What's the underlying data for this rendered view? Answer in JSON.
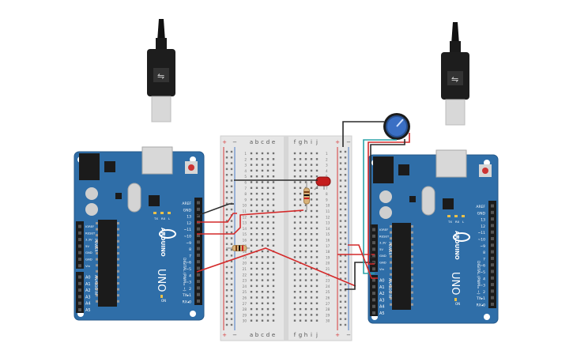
{
  "breadboard": {
    "columns_left": [
      "a",
      "b",
      "c",
      "d",
      "e"
    ],
    "columns_right": [
      "f",
      "g",
      "h",
      "i",
      "j"
    ],
    "rail_plus": "+",
    "rail_minus": "−",
    "row_numbers": [
      "1",
      "2",
      "3",
      "4",
      "5",
      "6",
      "7",
      "8",
      "9",
      "10",
      "11",
      "12",
      "13",
      "14",
      "15",
      "16",
      "17",
      "18",
      "19",
      "20",
      "21",
      "22",
      "23",
      "24",
      "25",
      "26",
      "27",
      "28",
      "29",
      "30"
    ]
  },
  "arduino_left": {
    "brand": "ARDUINO",
    "model": "UNO",
    "digital_label": "DIGITAL (PWM= ~)",
    "analog_label": "ANALOG IN",
    "power_label": "POWER",
    "header_pins": [
      "AREF",
      "GND",
      "13",
      "12",
      "~11",
      "~10",
      "~9",
      "8",
      "7",
      "~6",
      "~5",
      "4",
      "~3",
      "2",
      "TX▸1",
      "RX◂0"
    ],
    "power_pins": [
      "IOREF",
      "RESET",
      "3.3V",
      "5V",
      "GND",
      "GND",
      "Vin"
    ],
    "analog_pins": [
      "A0",
      "A1",
      "A2",
      "A3",
      "A4",
      "A5"
    ],
    "leds": [
      "TX",
      "RX",
      "L"
    ],
    "on_label": "ON"
  },
  "arduino_right": {
    "brand": "ARDUINO",
    "model": "UNO",
    "digital_label": "DIGITAL (PWM= ~)",
    "analog_label": "ANALOG IN",
    "power_label": "POWER",
    "header_pins": [
      "AREF",
      "GND",
      "13",
      "12",
      "~11",
      "~10",
      "~9",
      "8",
      "7",
      "~6",
      "~5",
      "4",
      "~3",
      "2",
      "TX▸1",
      "RX◂0"
    ],
    "power_pins": [
      "IOREF",
      "RESET",
      "3.3V",
      "5V",
      "GND",
      "GND",
      "Vin"
    ],
    "analog_pins": [
      "A0",
      "A1",
      "A2",
      "A3",
      "A4",
      "A5"
    ],
    "leds": [
      "TX",
      "RX",
      "L"
    ],
    "on_label": "ON"
  },
  "colors": {
    "board": "#2f6ea8",
    "board_dark": "#1f4f7d",
    "wire_red": "#d42a2a",
    "wire_black": "#2a2a2a",
    "wire_teal": "#2aa3a8",
    "breadboard": "#e8e8e8",
    "rail_red": "#d63a3a",
    "rail_blue": "#4a7cc7",
    "led": "#c41e1e",
    "pot_knob": "#3a6fc4"
  }
}
